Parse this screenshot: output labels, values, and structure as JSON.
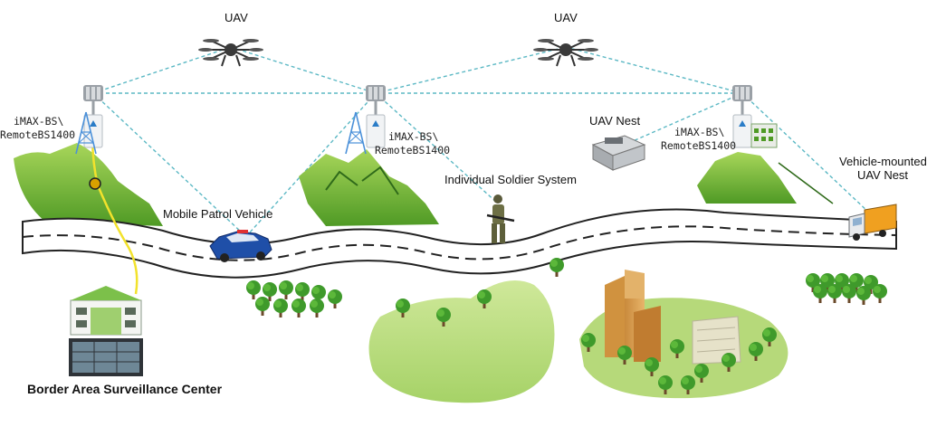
{
  "labels": {
    "uav_left": "UAV",
    "uav_right": "UAV",
    "bs_left_line1": "iMAX-BS\\",
    "bs_left_line2": "RemoteBS1400",
    "bs_mid_line1": "iMAX-BS\\",
    "bs_mid_line2": "RemoteBS1400",
    "bs_right_line1": "iMAX-BS\\",
    "bs_right_line2": "RemoteBS1400",
    "uav_nest": "UAV Nest",
    "soldier": "Individual Soldier System",
    "patrol_vehicle": "Mobile Patrol Vehicle",
    "vehicle_nest_line1": "Vehicle-mounted",
    "vehicle_nest_line2": "UAV Nest",
    "surveillance_center": "Border Area Surveillance Center"
  },
  "colors": {
    "link_line": "#5bb8c4",
    "fiber_line": "#f2e22c",
    "road_edge": "#222222",
    "mountain": "#7cbf3a",
    "tree": "#3f9a2b",
    "lawn": "#b9de7a"
  }
}
